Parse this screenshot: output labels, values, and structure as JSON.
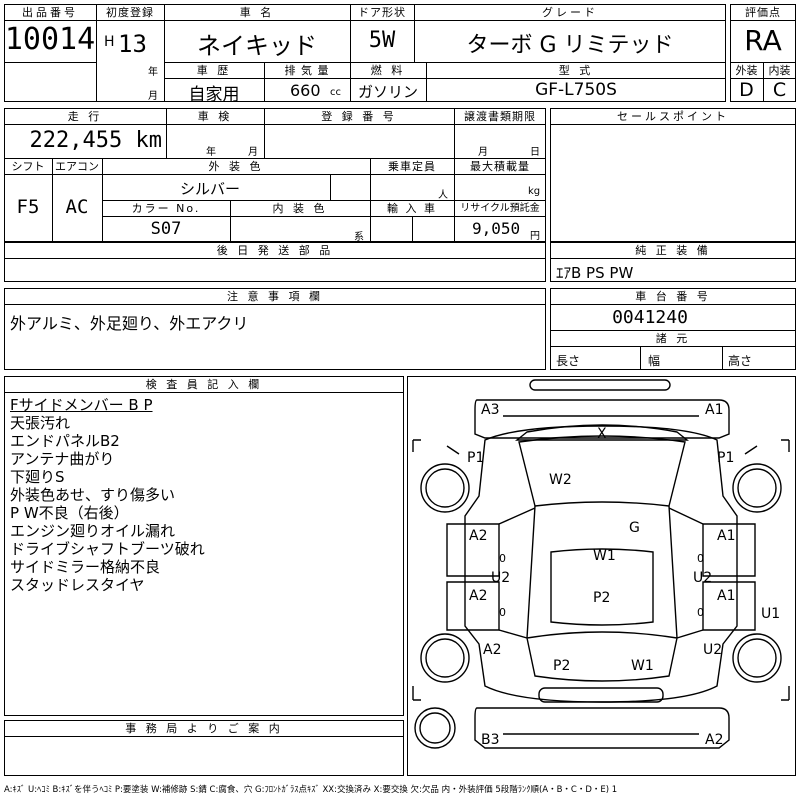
{
  "sheet": {
    "lot_label": "出品番号",
    "lot_value": "10014",
    "first_reg_label": "初度登録",
    "era": "H",
    "year_num": "13",
    "year_unit": "年",
    "month_unit": "月",
    "car_name_label": "車 名",
    "car_name_value": "ネイキッド",
    "door_label": "ドア形状",
    "door_value": "5W",
    "grade_label": "グレード",
    "grade_value": "ターボ G リミテッド",
    "score_label": "評価点",
    "score_value": "RA",
    "history_label": "車 歴",
    "history_value": "自家用",
    "displacement_label": "排 気 量",
    "displacement_value": "660",
    "displacement_unit": "cc",
    "fuel_label": "燃 料",
    "fuel_value": "ガソリン",
    "model_label": "型 式",
    "model_value": "GF-L750S",
    "exterior_label": "外装",
    "exterior_value": "D",
    "interior_label": "内装",
    "interior_value": "C",
    "mileage_label": "走 行",
    "mileage_value": "222,455 km",
    "inspection_label": "車 検",
    "inspection_year": "年",
    "inspection_month": "月",
    "reg_no_label": "登 録 番 号",
    "transfer_label": "譲渡書類期限",
    "transfer_month": "月",
    "transfer_day": "日",
    "shift_label": "シフト",
    "shift_value": "F5",
    "ac_label": "エアコン",
    "ac_value": "AC",
    "ext_color_label": "外 装 色",
    "ext_color_value": "シルバー",
    "capacity_label": "乗車定員",
    "capacity_unit": "人",
    "max_load_label": "最大積載量",
    "max_load_unit": "kg",
    "color_no_label": "カラー No.",
    "color_no_value": "S07",
    "int_color_label": "内 装 色",
    "int_color_unit": "系",
    "import_label": "輸 入 車",
    "recycle_label": "リサイクル預託金",
    "recycle_value": "9,050",
    "recycle_unit": "円",
    "later_parts_label": "後 日 発 送 部 品",
    "sales_points_label": "セールスポイント",
    "equipment_label": "純 正 装 備",
    "equipment_value": "ｴｱB PS PW",
    "notes_label": "注 意 事 項 欄",
    "notes_value": "外アルミ、外足廻り、外エアクリ",
    "chassis_label": "車 台 番 号",
    "chassis_value": "0041240",
    "dims_label": "諸 元",
    "length_label": "長さ",
    "width_label": "幅",
    "height_label": "高さ",
    "inspector_label": "検 査 員 記 入 欄",
    "inspector_lines": [
      "Fサイドメンバー B P",
      "天張汚れ",
      "エンドパネルB2",
      "アンテナ曲がり",
      "下廻りS",
      "外装色あせ、すり傷多い",
      "P W不良（右後）",
      "エンジン廻りオイル漏れ",
      "ドライブシャフトブーツ破れ",
      "サイドミラー格納不良",
      "スタッドレスタイヤ"
    ],
    "office_label": "事 務 局 よ り ご 案 内",
    "legend": "A:ｷｽﾞ U:ﾍｺﾐ B:ｷｽﾞを伴うﾍｺﾐ P:要塗装 W:補修跡 S:錆 C:腐食、穴 G:ﾌﾛﾝﾄｶﾞﾗｽ点ｷｽﾞ XX:交換済み X:要交換 欠:欠品 内・外装評価 5段階ﾗﾝｸ順(A・B・C・D・E) 1"
  },
  "diagram_marks": {
    "a3": "A3",
    "a1_top": "A1",
    "x": "X",
    "p1_left": "P1",
    "p1_right": "P1",
    "w2": "W2",
    "g": "G",
    "a2_lf": "A2",
    "a1_rf": "A1",
    "o1": "0",
    "o2": "0",
    "w1_mid": "W1",
    "u2_left": "U2",
    "u2_right": "U2",
    "a2_lr": "A2",
    "o3": "0",
    "p2_mid": "P2",
    "a1_rr": "A1",
    "o4": "0",
    "u1": "U1",
    "a2_lw": "A2",
    "u2_rw": "U2",
    "p2_bottom": "P2",
    "w1_bottom": "W1",
    "b3": "B3",
    "a2_bottom": "A2"
  }
}
